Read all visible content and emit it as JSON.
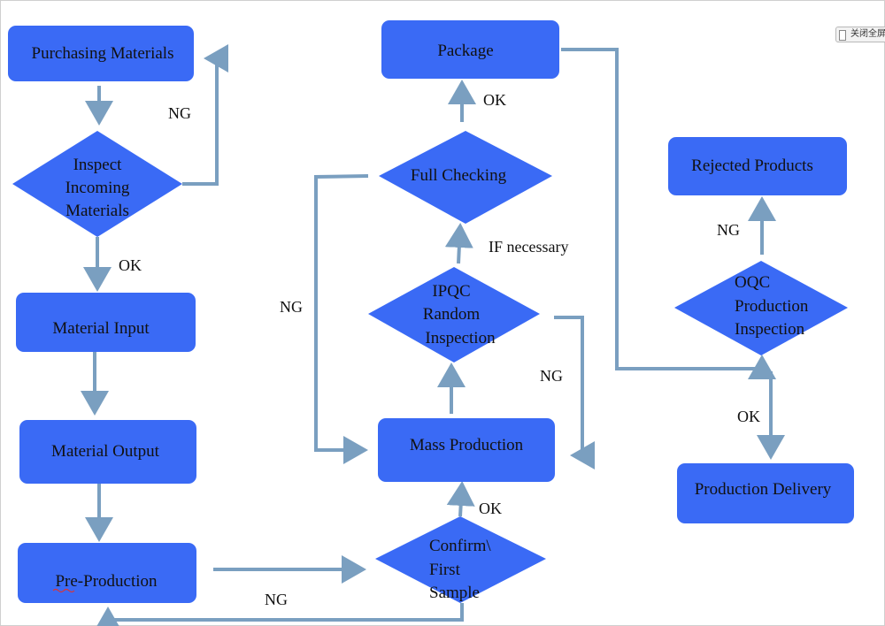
{
  "toolbar": {
    "close_fullscreen_label": "关闭全屏"
  },
  "colors": {
    "node_fill": "#3a6af5",
    "edge_stroke": "#7a9fc0",
    "text": "#111111"
  },
  "nodes": {
    "purchasing_materials": "Purchasing Materials",
    "inspect_incoming_materials": [
      "Inspect",
      "Incoming",
      "Materials"
    ],
    "material_input": "Material Input",
    "material_output": "Material Output",
    "pre_production": "Pre-Production",
    "confirm_first_sample": [
      "Confirm\\",
      "First",
      "Sample"
    ],
    "mass_production": "Mass Production",
    "ipqc_random_inspection": [
      "IPQC",
      "Random",
      "Inspection"
    ],
    "full_checking": "Full Checking",
    "package": "Package",
    "oqc_production_inspection": [
      "OQC",
      "Production",
      "Inspection"
    ],
    "rejected_products": "Rejected Products",
    "production_delivery": "Production Delivery"
  },
  "edge_labels": {
    "incoming_ng": "NG",
    "incoming_ok": "OK",
    "first_sample_ng": "NG",
    "first_sample_ok": "OK",
    "full_checking_ng": "NG",
    "ipqc_ng": "NG",
    "if_necessary": "IF necessary",
    "package_ok": "OK",
    "oqc_ng": "NG",
    "oqc_ok": "OK"
  }
}
